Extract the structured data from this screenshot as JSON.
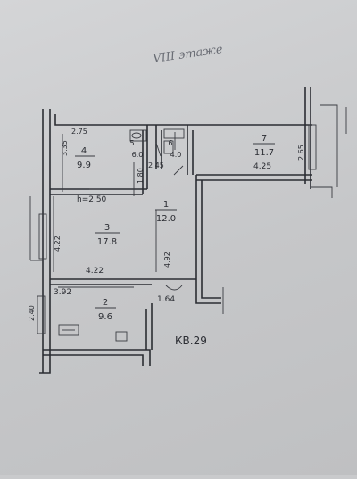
{
  "floor_label": "VIII этаже",
  "apartment_label": "КВ.29",
  "ceiling_height": "h=2.50",
  "rooms": [
    {
      "number": "1",
      "area": "12.0"
    },
    {
      "number": "2",
      "area": "9.6"
    },
    {
      "number": "3",
      "area": "17.8"
    },
    {
      "number": "4",
      "area": "9.9"
    },
    {
      "number": "5",
      "area": "6.0"
    },
    {
      "number": "6",
      "area": "4.0"
    },
    {
      "number": "7",
      "area": "11.7"
    }
  ],
  "dimensions": {
    "d_275": "2.75",
    "d_335": "3.35",
    "d_180": "1.80",
    "d_245": "2.45",
    "d_425": "4.25",
    "d_265": "2.65",
    "d_422_left": "4.22",
    "d_422_bottom": "4.22",
    "d_492": "4.92",
    "d_392": "3.92",
    "d_164": "1.64",
    "d_240": "2.40"
  }
}
